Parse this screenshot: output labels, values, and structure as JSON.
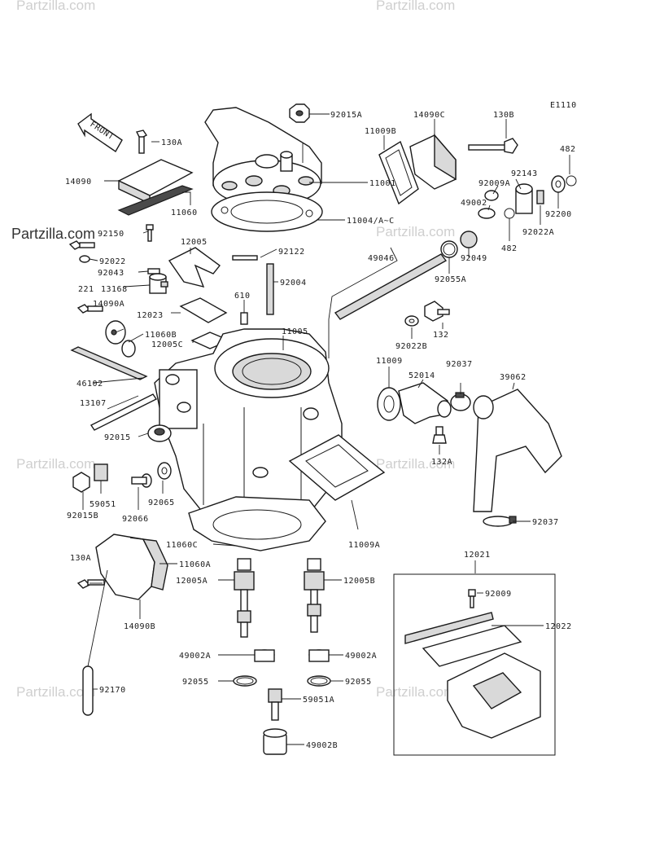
{
  "diagram": {
    "code": "E1110",
    "front_label": "FRONT",
    "watermark": "Partzilla.com",
    "labels": {
      "l_92015A": "92015A",
      "l_14090C": "14090C",
      "l_130B": "130B",
      "l_11009B": "11009B",
      "l_482a": "482",
      "l_130A_top": "130A",
      "l_11001": "11001",
      "l_92143": "92143",
      "l_14090": "14090",
      "l_92009A": "92009A",
      "l_49002": "49002",
      "l_11060": "11060",
      "l_11004": "11004/A~C",
      "l_92200": "92200",
      "l_92022A": "92022A",
      "l_482b": "482",
      "l_12005": "12005",
      "l_92150": "92150",
      "l_92022": "92022",
      "l_92122": "92122",
      "l_49046": "49046",
      "l_92049": "92049",
      "l_92043": "92043",
      "l_92055A": "92055A",
      "l_221": "221",
      "l_13168": "13168",
      "l_92004": "92004",
      "l_610": "610",
      "l_14090A": "14090A",
      "l_12023": "12023",
      "l_11005": "11005",
      "l_132": "132",
      "l_11060B": "11060B",
      "l_92022B": "92022B",
      "l_12005C": "12005C",
      "l_11009": "11009",
      "l_92037a": "92037",
      "l_52014": "52014",
      "l_39062": "39062",
      "l_46102": "46102",
      "l_13107": "13107",
      "l_92015": "92015",
      "l_132A": "132A",
      "l_59051": "59051",
      "l_92015B": "92015B",
      "l_92066": "92066",
      "l_92065": "92065",
      "l_92037b": "92037",
      "l_11060C": "11060C",
      "l_11009A": "11009A",
      "l_12021": "12021",
      "l_130A_bot": "130A",
      "l_11060A": "11060A",
      "l_12005A": "12005A",
      "l_12005B": "12005B",
      "l_92009": "92009",
      "l_12022": "12022",
      "l_14090B": "14090B",
      "l_49002A_l": "49002A",
      "l_49002A_r": "49002A",
      "l_92055_l": "92055",
      "l_92055_r": "92055",
      "l_59051A": "59051A",
      "l_92170": "92170",
      "l_49002B": "49002B"
    }
  }
}
